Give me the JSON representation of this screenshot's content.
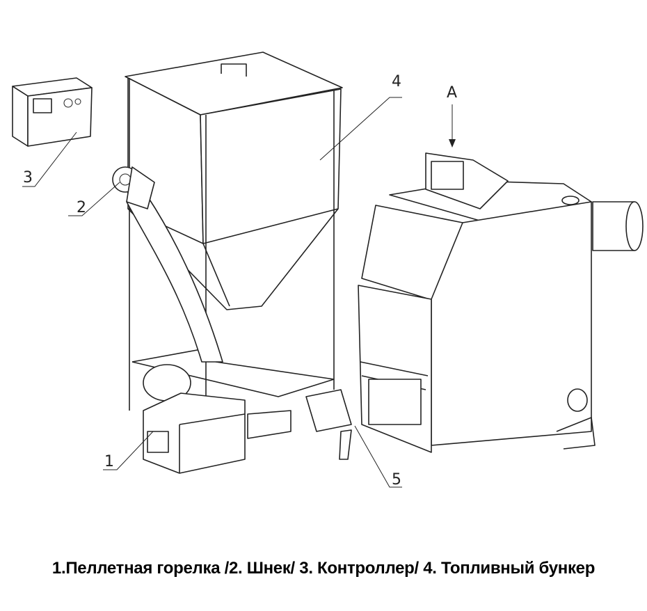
{
  "labels": {
    "burner": "1",
    "auger": "2",
    "controller": "3",
    "hopper": "4",
    "part5": "5",
    "view_a": "A"
  },
  "caption": "1.Пеллетная горелка /2. Шнек/ 3. Контроллер/ 4. Топливный бункер"
}
